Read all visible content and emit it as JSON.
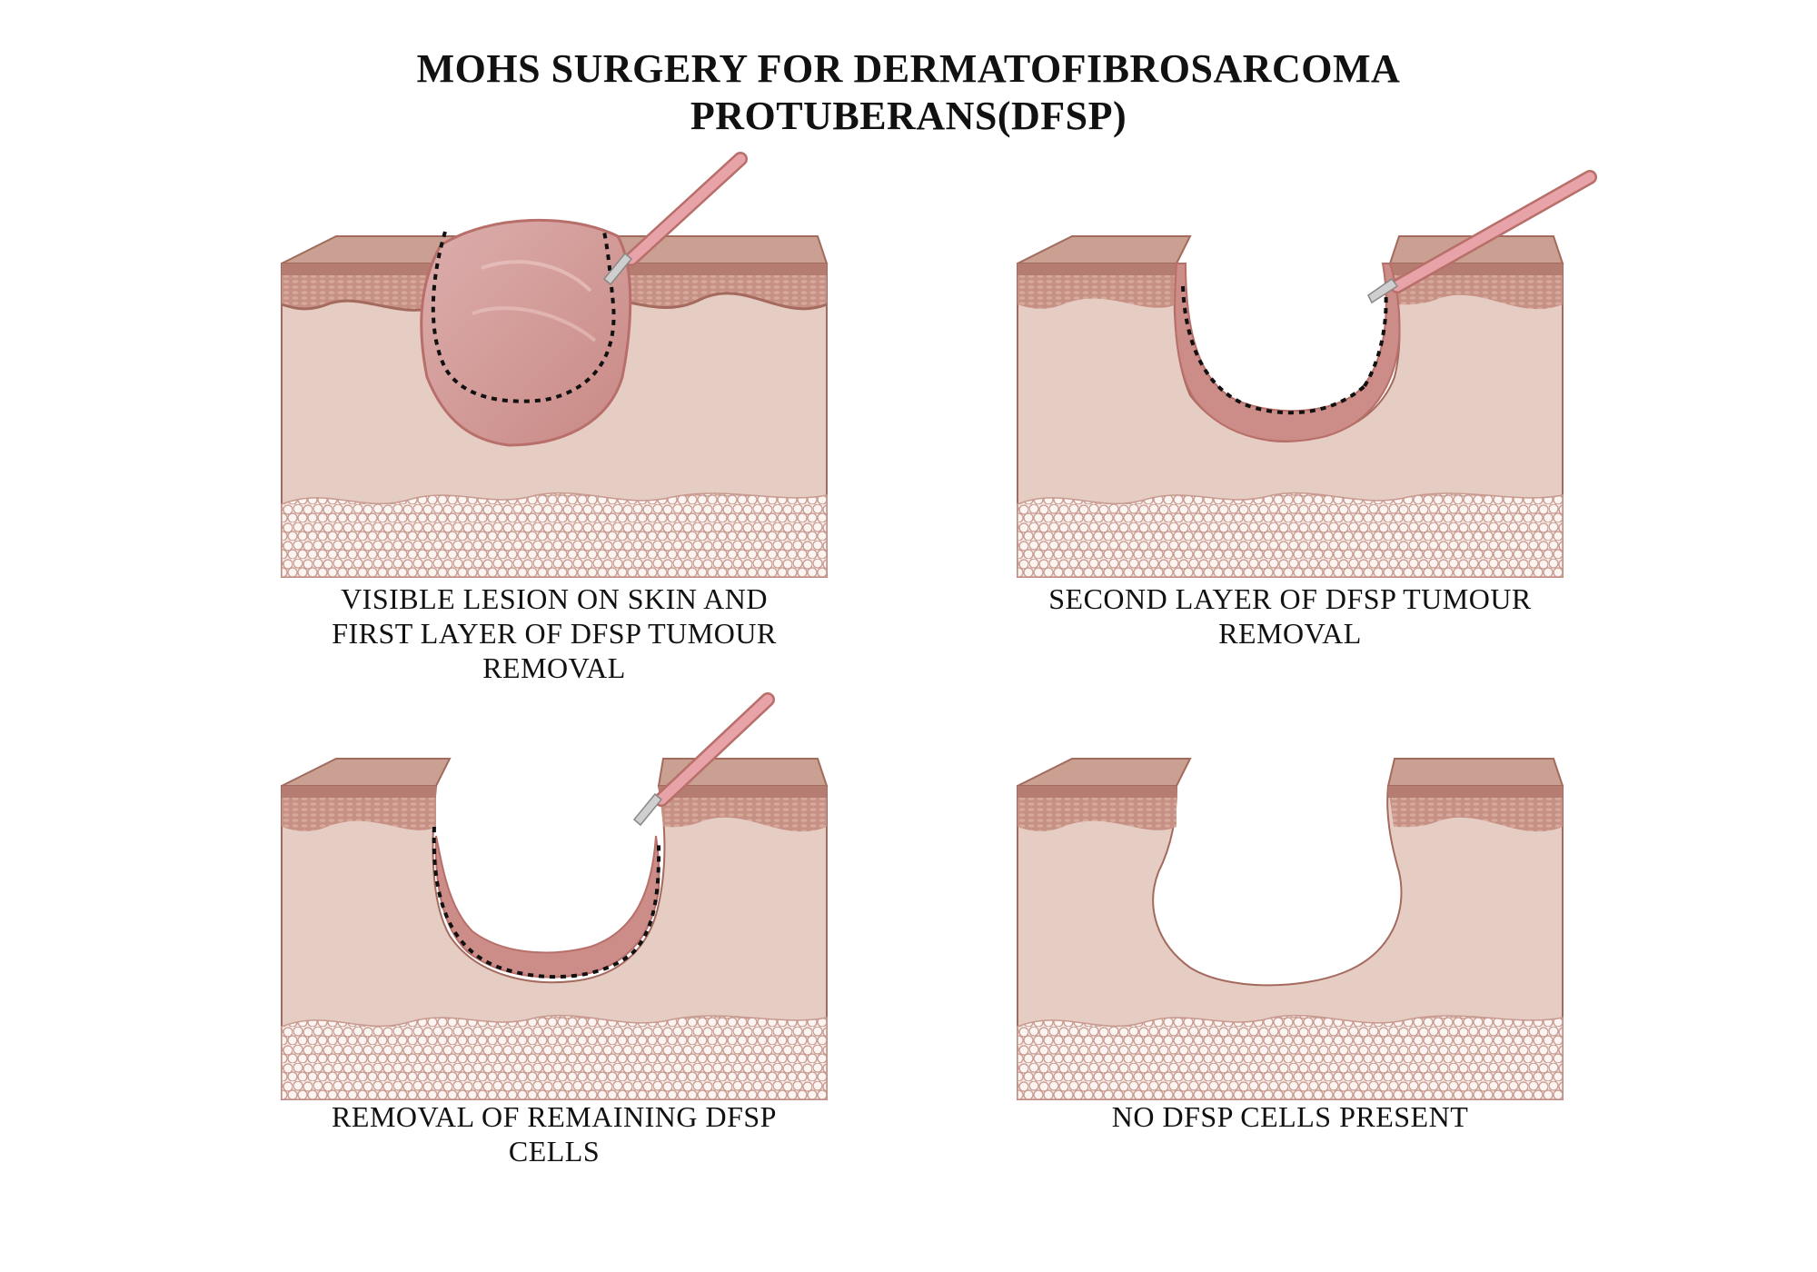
{
  "title": {
    "line1": "MOHS SURGERY FOR DERMATOFIBROSARCOMA",
    "line2": "PROTUBERANS(DFSP)"
  },
  "panels": [
    {
      "caption_lines": [
        "VISIBLE LESION ON SKIN AND",
        "FIRST LAYER OF DFSP TUMOUR",
        "REMOVAL"
      ]
    },
    {
      "caption_lines": [
        "SECOND LAYER OF DFSP TUMOUR",
        "REMOVAL"
      ]
    },
    {
      "caption_lines": [
        "REMOVAL OF REMAINING DFSP",
        "CELLS"
      ]
    },
    {
      "caption_lines": [
        "NO DFSP CELLS PRESENT"
      ]
    }
  ],
  "colors": {
    "skin_top": "#c9a092",
    "epidermis": "#b57d72",
    "dermis": "#e6cdc3",
    "fat": "#f4e7e2",
    "tumor": "#d9a6a4",
    "tumor_dark": "#c47c78",
    "scalpel": "#e8a3a8",
    "outline": "#a56a5e"
  }
}
